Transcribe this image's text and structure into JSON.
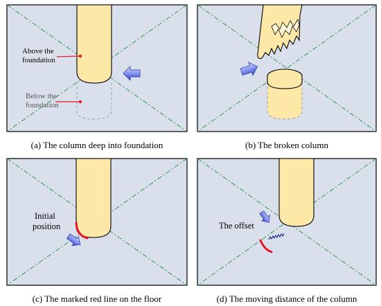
{
  "panels": {
    "a": {
      "caption": "(a) The column deep into foundation",
      "label_above_line1": "Above the",
      "label_above_line2": "foundation",
      "label_below_line1": "Below the",
      "label_below_line2": "foundation",
      "arrow_icon": "push-arrow-left-icon"
    },
    "b": {
      "caption": "(b) The broken column",
      "arrow_icon": "push-arrow-right-icon"
    },
    "c": {
      "caption": "(c) The marked red line on the floor",
      "label_line1": "Initial",
      "label_line2": "position",
      "arrow_icon": "push-arrow-down-right-icon"
    },
    "d": {
      "caption": "(d) The moving distance of the column",
      "label": "The offset",
      "arrow_icon": "push-arrow-down-right-icon"
    }
  },
  "colors": {
    "background": "#d9dfeb",
    "column_fill": "#fde8a8",
    "column_stroke": "#000000",
    "diagonal": "#2f9a4a",
    "red_mark": "#e6192b",
    "arrow": "#4a5fd6",
    "hidden_column": "#9aa0aa"
  }
}
